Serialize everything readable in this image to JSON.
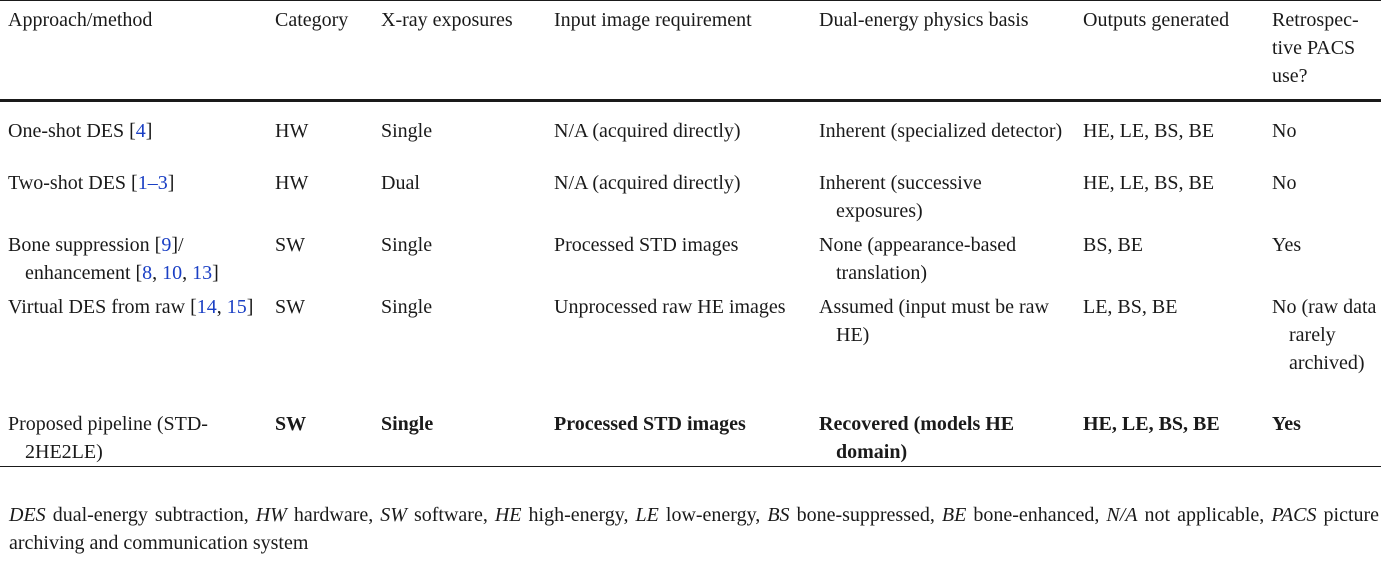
{
  "table": {
    "headers": [
      "Approach/method",
      "Category",
      "X-ray exposures",
      "Input image requirement",
      "Dual-energy physics basis",
      "Outputs generated",
      "Retrospec-tive PACS use?"
    ],
    "rows": [
      {
        "method_prefix": "One-shot DES [",
        "method_refs": [
          "4"
        ],
        "method_suffix": "]",
        "category": "HW",
        "exposures": "Single",
        "input": "N/A (acquired directly)",
        "physics": "Inherent (specialized detector)",
        "outputs": "HE, LE, BS, BE",
        "pacs": "No"
      },
      {
        "method_prefix": "Two-shot DES [",
        "method_refs": [
          "1–3"
        ],
        "method_suffix": "]",
        "category": "HW",
        "exposures": "Dual",
        "input": "N/A (acquired directly)",
        "physics": "Inherent (successive exposures)",
        "outputs": "HE, LE, BS, BE",
        "pacs": "No"
      },
      {
        "method_prefix": "Bone suppression [",
        "method_refs": [
          "9",
          "8",
          "10",
          "13"
        ],
        "method_mid": "]/ enhancement [",
        "method_suffix": "]",
        "category": "SW",
        "exposures": "Single",
        "input": "Processed STD images",
        "physics": "None (appearance-based translation)",
        "outputs": "BS, BE",
        "pacs": "Yes"
      },
      {
        "method_prefix": "Virtual DES from raw [",
        "method_refs": [
          "14",
          "15"
        ],
        "method_suffix": "]",
        "category": "SW",
        "exposures": "Single",
        "input": "Unprocessed raw HE images",
        "physics": "Assumed (input must be raw HE)",
        "outputs": "LE, BS, BE",
        "pacs": "No (raw data rarely archived)"
      },
      {
        "method": "Proposed pipeline (STD-2HE2LE)",
        "category": "SW",
        "exposures": "Single",
        "input": "Processed STD images",
        "physics": "Recovered (models HE domain)",
        "outputs": "HE, LE, BS, BE",
        "pacs": "Yes"
      }
    ],
    "ref_color": "#1a3fc4"
  },
  "footnote": {
    "entries": [
      {
        "abbr": "DES",
        "def": "dual-energy subtraction,"
      },
      {
        "abbr": "HW",
        "def": "hardware,"
      },
      {
        "abbr": "SW",
        "def": "software,"
      },
      {
        "abbr": "HE",
        "def": "high-energy,"
      },
      {
        "abbr": "LE",
        "def": "low-energy,"
      },
      {
        "abbr": "BS",
        "def": "bone-suppressed,"
      },
      {
        "abbr": "BE",
        "def": "bone-enhanced,"
      },
      {
        "abbr": "N/A",
        "def": "not applicable,"
      },
      {
        "abbr": "PACS",
        "def": "picture archiving and communication system"
      }
    ]
  }
}
